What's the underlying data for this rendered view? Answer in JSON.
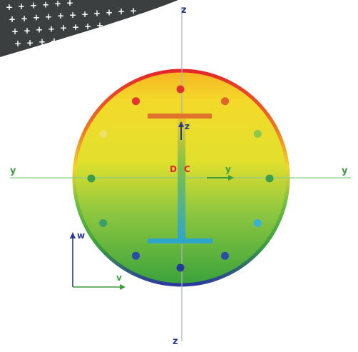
{
  "diagram": {
    "axis_labels": {
      "z_top": "z",
      "z_bottom": "z",
      "y_left": "y",
      "y_right": "y",
      "y_local": "y",
      "z_local": "z",
      "v": "v",
      "w": "w"
    },
    "center_labels": {
      "d": "D",
      "c": "C"
    },
    "colors": {
      "section_top": "#e3262b",
      "section_mid_upper": "#f3dd2a",
      "section_mid_lower": "#9bcb3f",
      "section_bottom": "#3f9e3c",
      "outline_bottom": "#2a3a9e",
      "outline_right": "#3b9e4a",
      "axis_green": "#5cb85c",
      "axis_gray": "#9aa3b5",
      "z_label": "#2b3a8f",
      "y_label": "#3e9b3e",
      "dc_label": "#e3262b",
      "top_flange": "#e0742a",
      "web": "#3ea9c9",
      "bottom_flange": "#2ea6c9",
      "uv_axes": "#2b3a8f",
      "uv_v": "#2e9b3e"
    },
    "rebars": [
      {
        "name": "rebar-top",
        "color": "#e3342f"
      },
      {
        "name": "rebar-top-right",
        "color": "#e4632a"
      },
      {
        "name": "rebar-right-upper",
        "color": "#8cc84b"
      },
      {
        "name": "rebar-right",
        "color": "#3b9e4a"
      },
      {
        "name": "rebar-right-lower",
        "color": "#3bb1d6"
      },
      {
        "name": "rebar-bottom-right",
        "color": "#2a4ea8"
      },
      {
        "name": "rebar-bottom",
        "color": "#233a9b"
      },
      {
        "name": "rebar-bottom-left",
        "color": "#2a4ea8"
      },
      {
        "name": "rebar-left-lower",
        "color": "#3b9e6a"
      },
      {
        "name": "rebar-left",
        "color": "#3b9e4a"
      },
      {
        "name": "rebar-left-upper",
        "color": "#efe066"
      },
      {
        "name": "rebar-top-left",
        "color": "#e3342f"
      }
    ]
  }
}
